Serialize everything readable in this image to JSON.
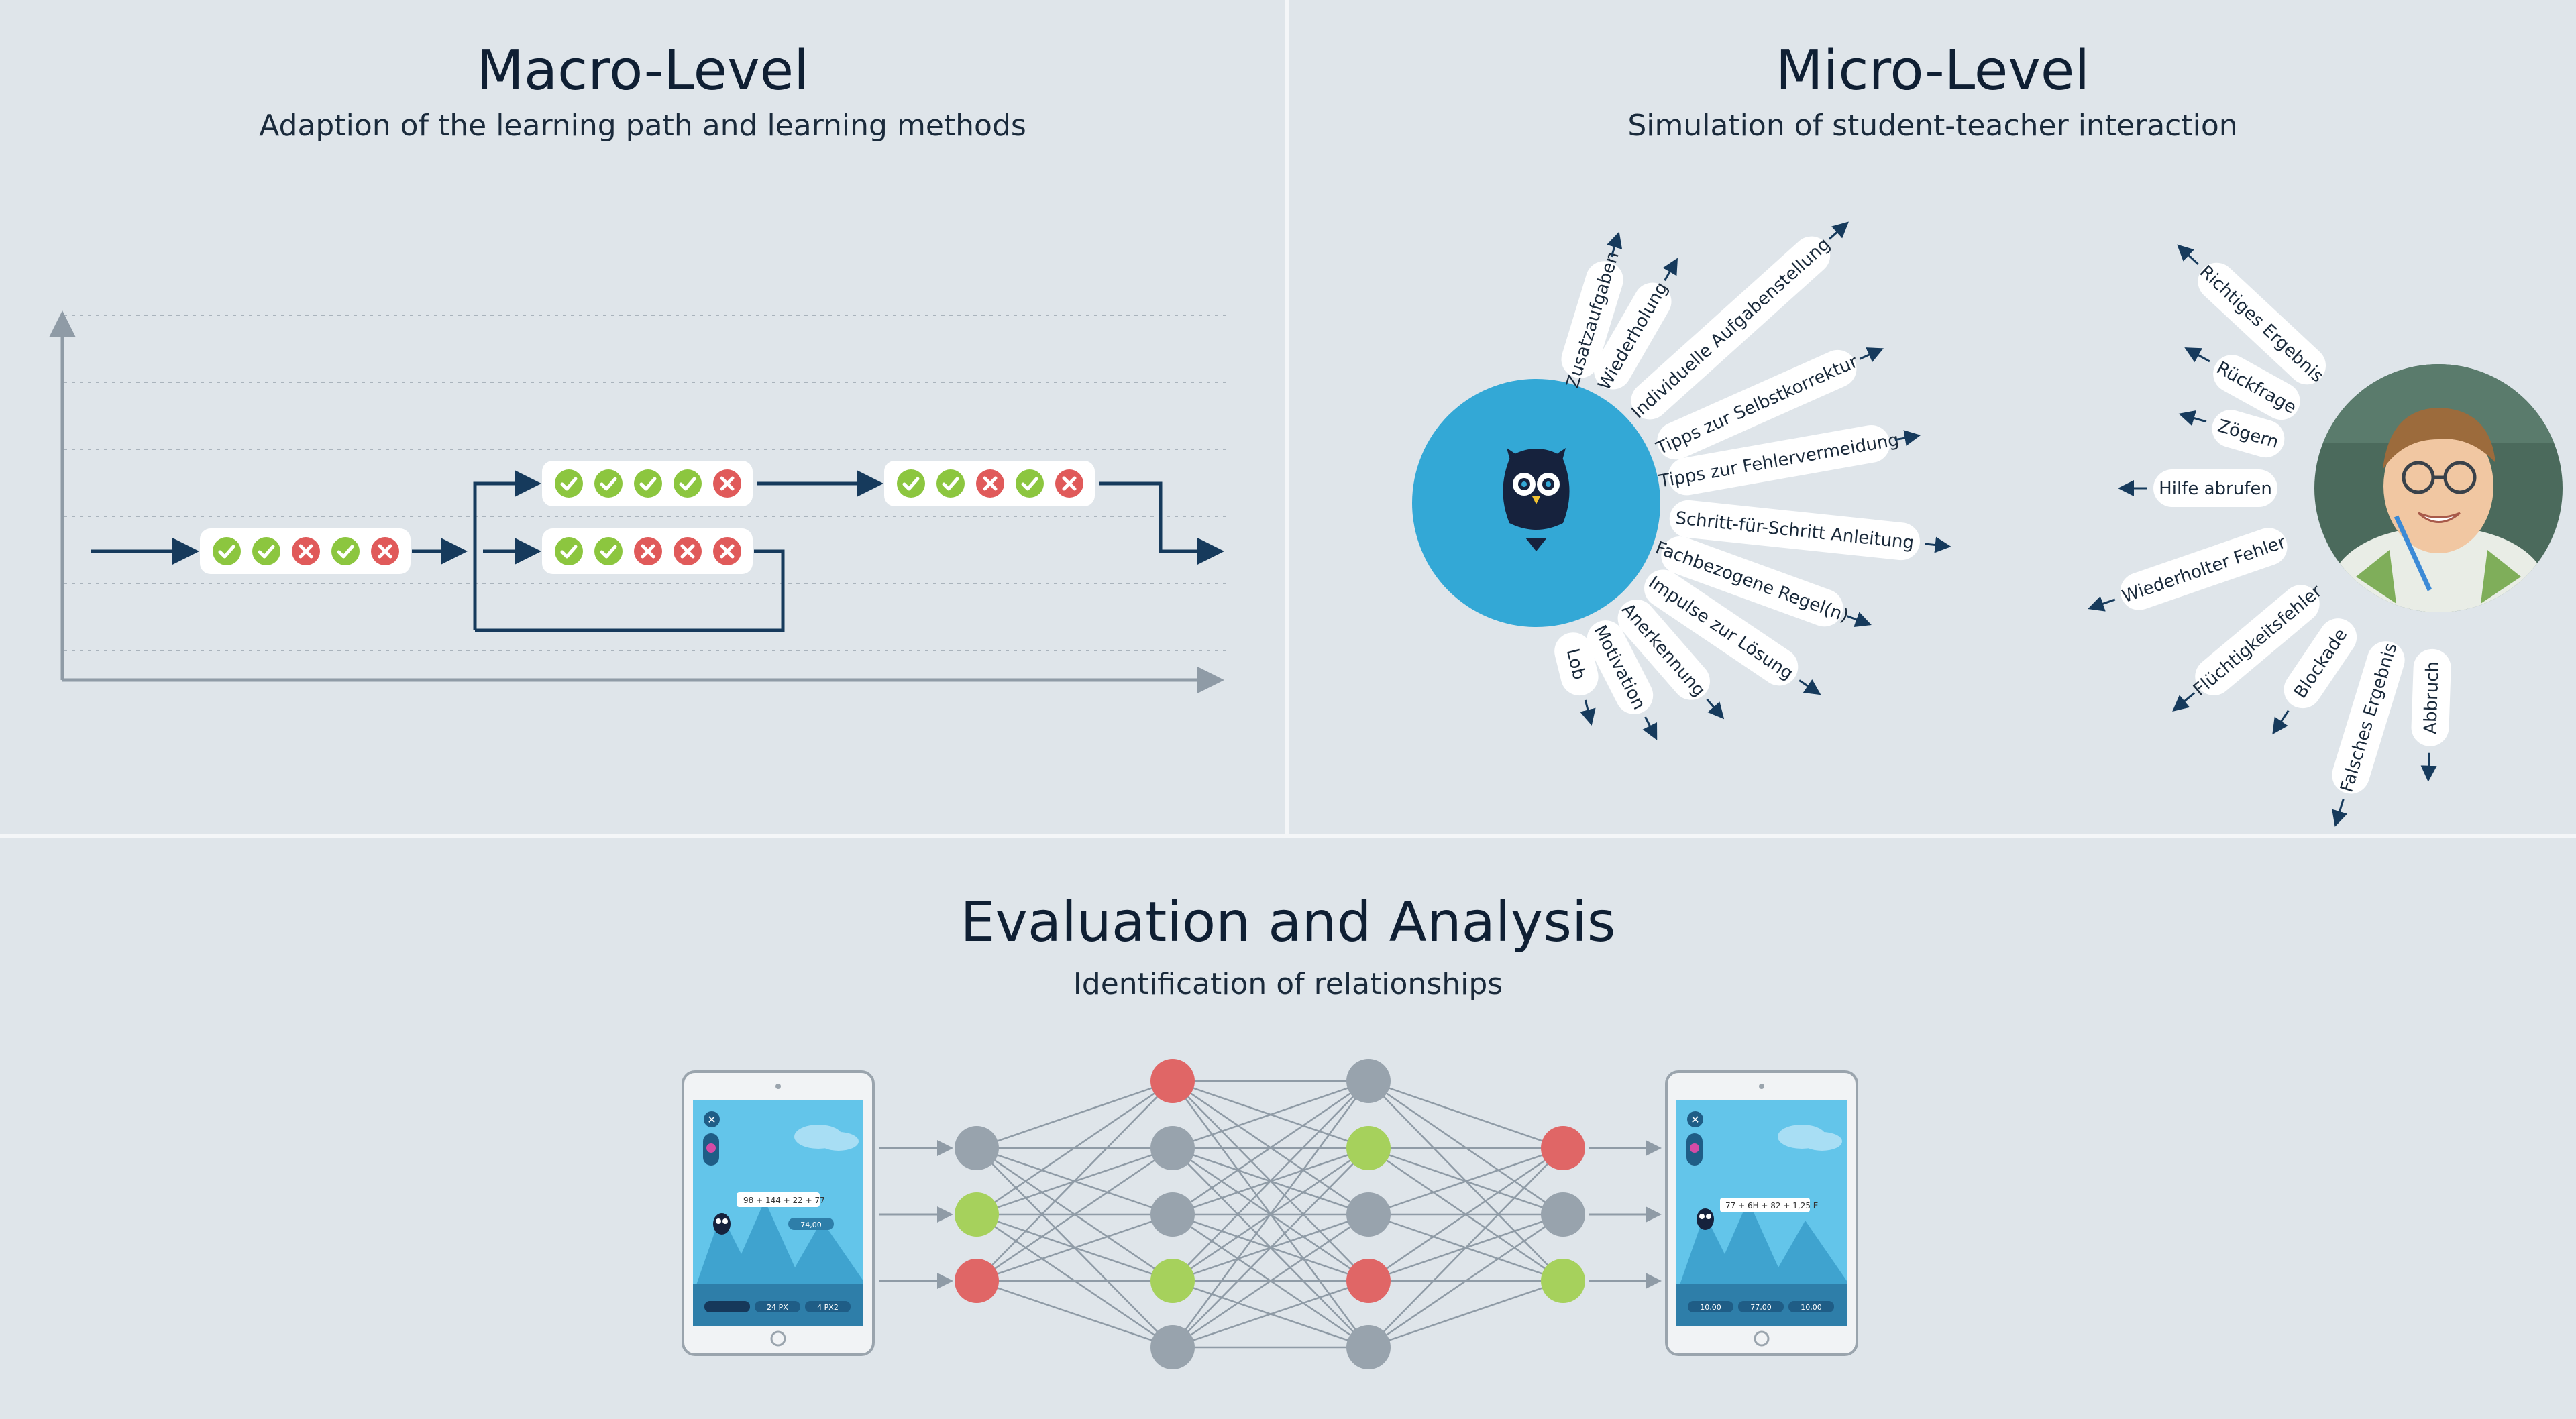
{
  "macro": {
    "title": "Macro-Level",
    "subtitle": "Adaption of the learning path and learning methods",
    "rows": [
      [
        "ok",
        "ok",
        "x",
        "ok",
        "x"
      ],
      [
        "ok",
        "ok",
        "ok",
        "ok",
        "x"
      ],
      [
        "ok",
        "ok",
        "x",
        "x",
        "x"
      ],
      [
        "ok",
        "ok",
        "x",
        "ok",
        "x"
      ]
    ]
  },
  "micro": {
    "title": "Micro-Level",
    "subtitle": "Simulation of student-teacher interaction",
    "teacher_labels": [
      "Zusatzaufgaben",
      "Wiederholung",
      "Individuelle Aufgabenstellung",
      "Tipps zur Selbstkorrektur",
      "Tipps zur Fehlervermeidung",
      "Schritt-für-Schritt Anleitung",
      "Fachbezogene Regel(n)",
      "Impulse zur Lösung",
      "Anerkennung",
      "Motivation",
      "Lob"
    ],
    "student_labels": [
      "Richtiges Ergebnis",
      "Rückfrage",
      "Zögern",
      "Hilfe abrufen",
      "Wiederholter Fehler",
      "Flüchtigkeitsfehler",
      "Blockade",
      "Falsches Ergebnis",
      "Abbruch"
    ]
  },
  "eval": {
    "title": "Evaluation and Analysis",
    "subtitle": "Identification of relationships",
    "tablet_left": {
      "equation": "98 + 144 + 22 + 77",
      "answer": "74,00",
      "buttons": [
        "",
        "24 PX",
        "4 PX2"
      ]
    },
    "tablet_right": {
      "equation": "77 + 6H + 82 + 1,25 E",
      "buttons": [
        "10,00",
        "77,00",
        "10,00"
      ]
    },
    "network": {
      "input": [
        "gray",
        "green",
        "red"
      ],
      "hidden1": [
        "red",
        "gray",
        "gray",
        "green",
        "gray"
      ],
      "hidden2": [
        "gray",
        "green",
        "gray",
        "red",
        "gray"
      ],
      "output": [
        "red",
        "gray",
        "green"
      ]
    },
    "colors": {
      "red": "#e06666",
      "green": "#a6d15c",
      "gray": "#98a3ad"
    }
  }
}
